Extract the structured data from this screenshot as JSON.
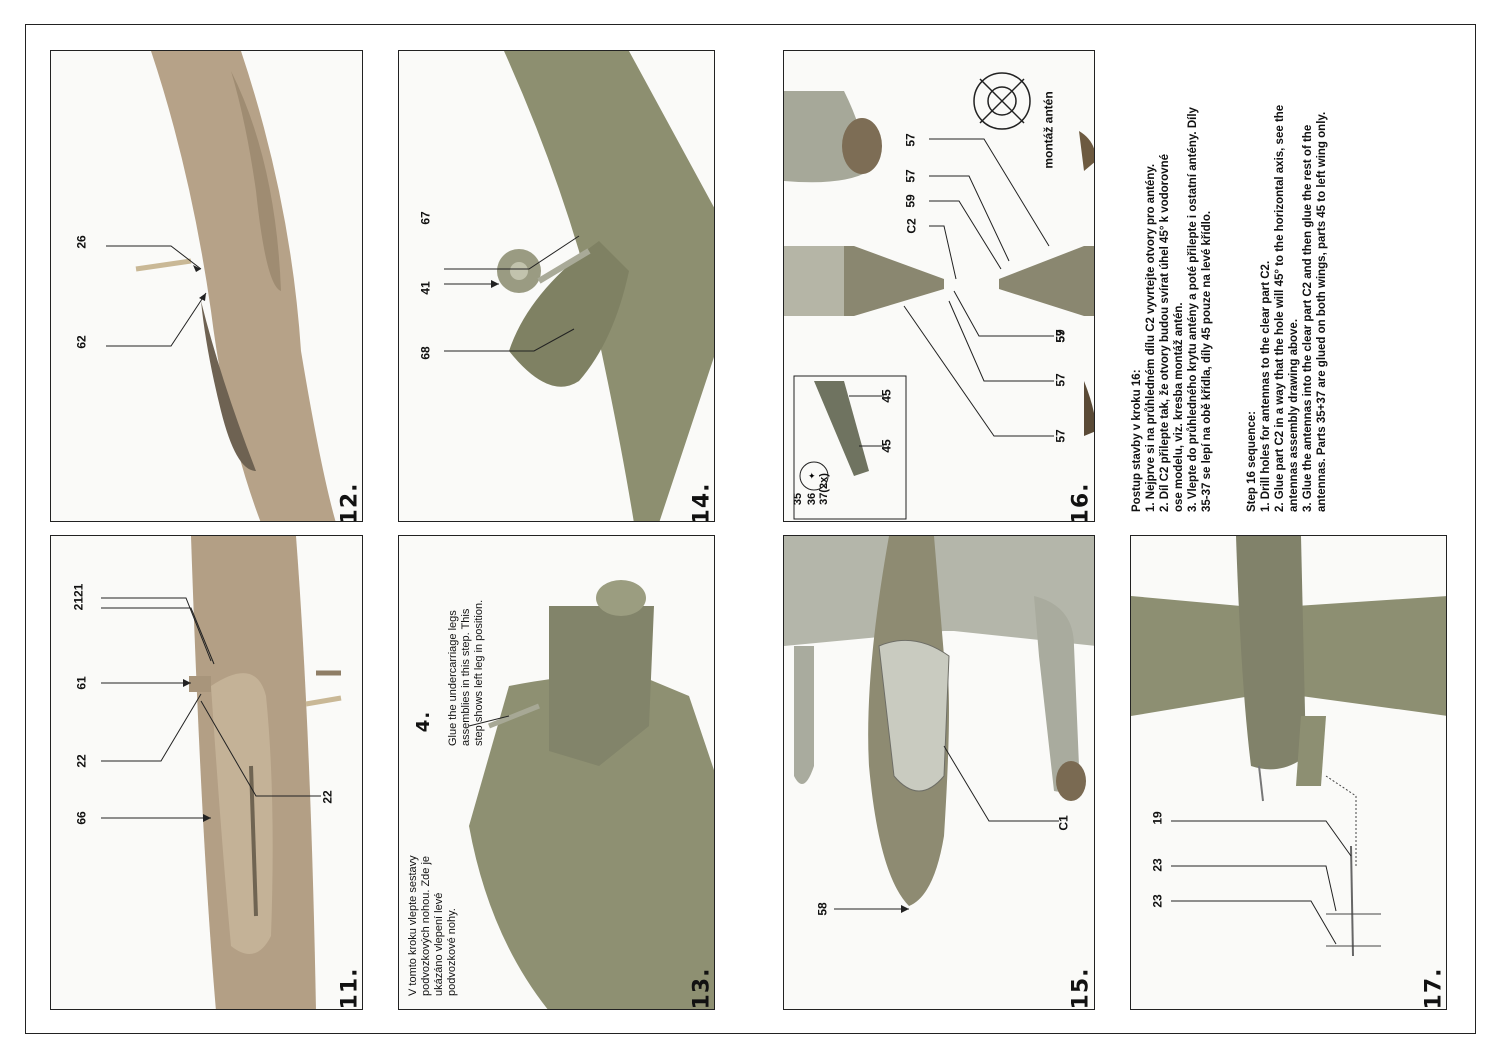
{
  "steps": {
    "s11": {
      "number": "11.",
      "labels": [
        "2121",
        "61",
        "22",
        "66",
        "22"
      ]
    },
    "s12": {
      "number": "12.",
      "labels": [
        "26",
        "62"
      ]
    },
    "s13": {
      "number": "13.",
      "sub_number": "4.",
      "note_cz": [
        "V tomto kroku vlepte sestavy",
        "podvozkových nohou. Zde je",
        "ukázáno vlepení levé",
        "podvozkové nohy."
      ],
      "note_en": [
        "Glue the undercarriage legs",
        "assemblies in this step. This",
        "step shows left leg in position."
      ]
    },
    "s14": {
      "number": "14.",
      "labels": [
        "67",
        "41",
        "68"
      ]
    },
    "s15": {
      "number": "15.",
      "labels": [
        "C1",
        "58"
      ]
    },
    "s16": {
      "number": "16.",
      "labels": [
        "C2",
        "59",
        "57",
        "57",
        "57",
        "59",
        "57",
        "57",
        "45",
        "45"
      ],
      "parts_box": [
        "35",
        "36",
        "37(2x)"
      ],
      "icon_caption": "montáž antén"
    },
    "s17": {
      "number": "17.",
      "labels": [
        "19",
        "23",
        "23"
      ]
    }
  },
  "instructions": {
    "cz": [
      "Postup stavby v kroku 16:",
      "1. Nejprve si na průhledném dílu C2 vyvrtejte otvory pro antény.",
      "2. Díl C2 přilepte tak, že otvory budou svírat úhel 45° k vodorovné",
      "ose modelu, viz. kresba montáž antén.",
      "3. Vlepte do průhledného krytu antény a poté přilepte i ostatní antény. Díly",
      "35-37 se lepí na obě křídla, díly 45 pouze na levé křídlo."
    ],
    "en": [
      "Step 16 sequence:",
      "1. Drill holes for antennas to the clear part C2.",
      "2. Glue part C2 in a way that the hole will 45° to the horizontal axis, see the",
      "antennas assembly drawing above.",
      "3. Glue the antennas into the clear part C2 and then glue the rest of the",
      "antennas. Parts 35+37 are glued on both wings, parts 45 to left wing only."
    ]
  },
  "colors": {
    "olive": "#8a8c6c",
    "tan": "#b9a58a",
    "paper": "#ffffff",
    "line": "#222222"
  }
}
